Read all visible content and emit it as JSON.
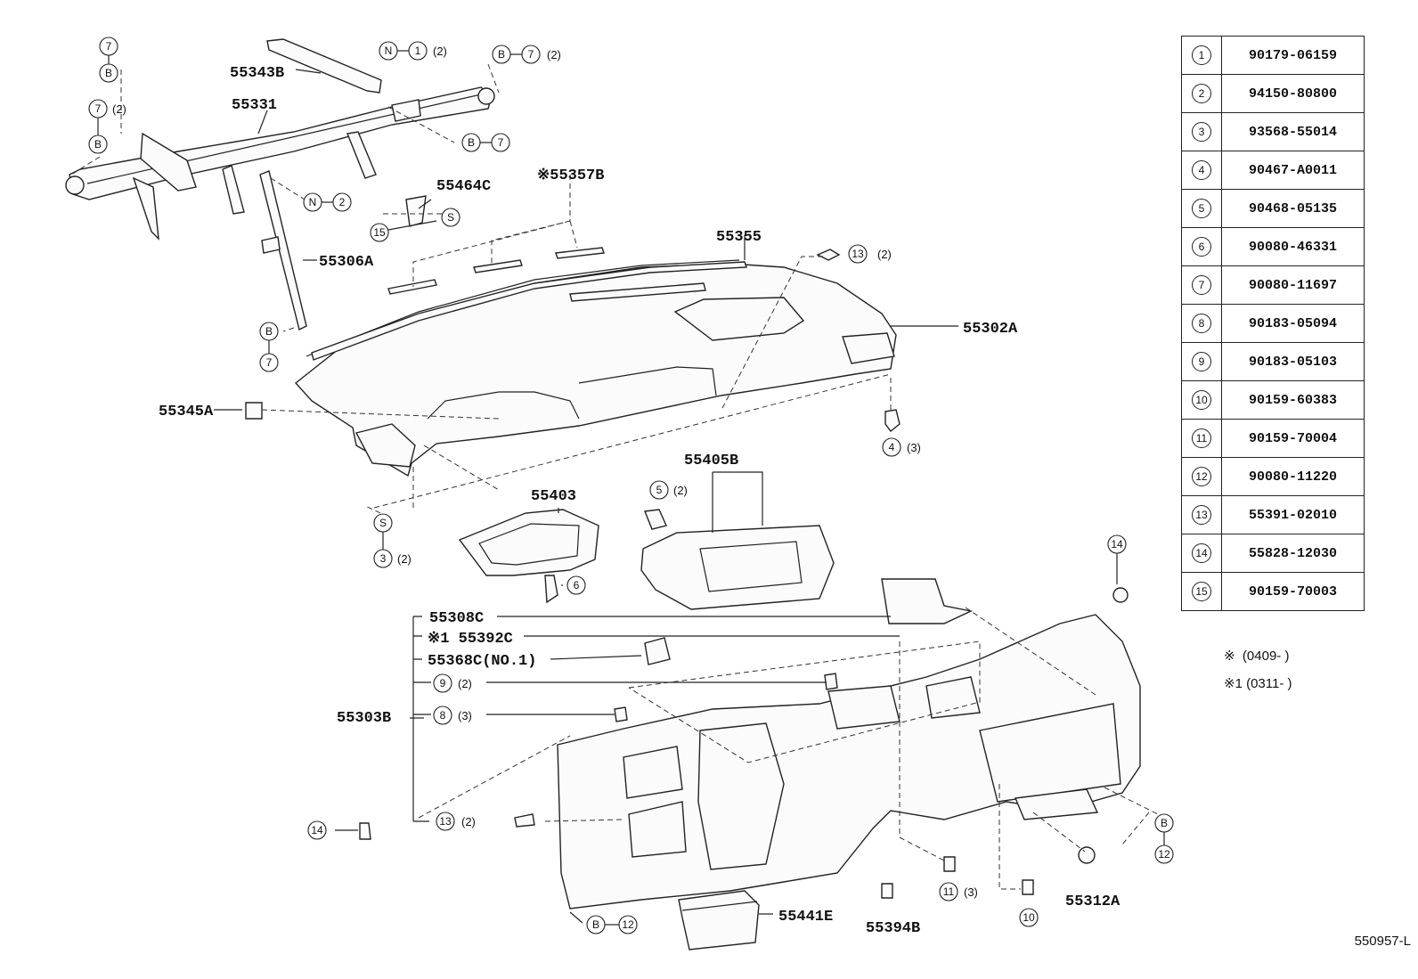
{
  "part_table": [
    {
      "num": "1",
      "part_no": "90179-06159"
    },
    {
      "num": "2",
      "part_no": "94150-80800"
    },
    {
      "num": "3",
      "part_no": "93568-55014"
    },
    {
      "num": "4",
      "part_no": "90467-A0011"
    },
    {
      "num": "5",
      "part_no": "90468-05135"
    },
    {
      "num": "6",
      "part_no": "90080-46331"
    },
    {
      "num": "7",
      "part_no": "90080-11697"
    },
    {
      "num": "8",
      "part_no": "90183-05094"
    },
    {
      "num": "9",
      "part_no": "90183-05103"
    },
    {
      "num": "10",
      "part_no": "90159-60383"
    },
    {
      "num": "11",
      "part_no": "90159-70004"
    },
    {
      "num": "12",
      "part_no": "90080-11220"
    },
    {
      "num": "13",
      "part_no": "55391-02010"
    },
    {
      "num": "14",
      "part_no": "55828-12030"
    },
    {
      "num": "15",
      "part_no": "90159-70003"
    }
  ],
  "notes": {
    "note1_symbol": "※",
    "note1_text": "(0409-      )",
    "note2_symbol": "※1",
    "note2_text": "(0311-      )"
  },
  "labels": {
    "p55343B": "55343B",
    "p55331": "55331",
    "p55464C": "55464C",
    "p55357B": "※55357B",
    "p55355": "55355",
    "p55306A": "55306A",
    "p55302A": "55302A",
    "p55345A": "55345A",
    "p55405B": "55405B",
    "p55403": "55403",
    "p55308C": "55308C",
    "p55392C": "※1 55392C",
    "p55368C": "55368C(NO.1)",
    "p55303B": "55303B",
    "p55441E": "55441E",
    "p55394B": "55394B",
    "p55312A": "55312A"
  },
  "callouts": {
    "q2": "(2)",
    "q3": "(3)",
    "c1": "1",
    "c2": "2",
    "c3": "3",
    "c4": "4",
    "c5": "5",
    "c6": "6",
    "c7": "7",
    "c8": "8",
    "c9": "9",
    "c10": "10",
    "c11": "11",
    "c12": "12",
    "c13": "13",
    "c14": "14",
    "c15": "15",
    "cB": "B",
    "cN": "N",
    "cS": "S"
  },
  "reference_code": "550957-L"
}
